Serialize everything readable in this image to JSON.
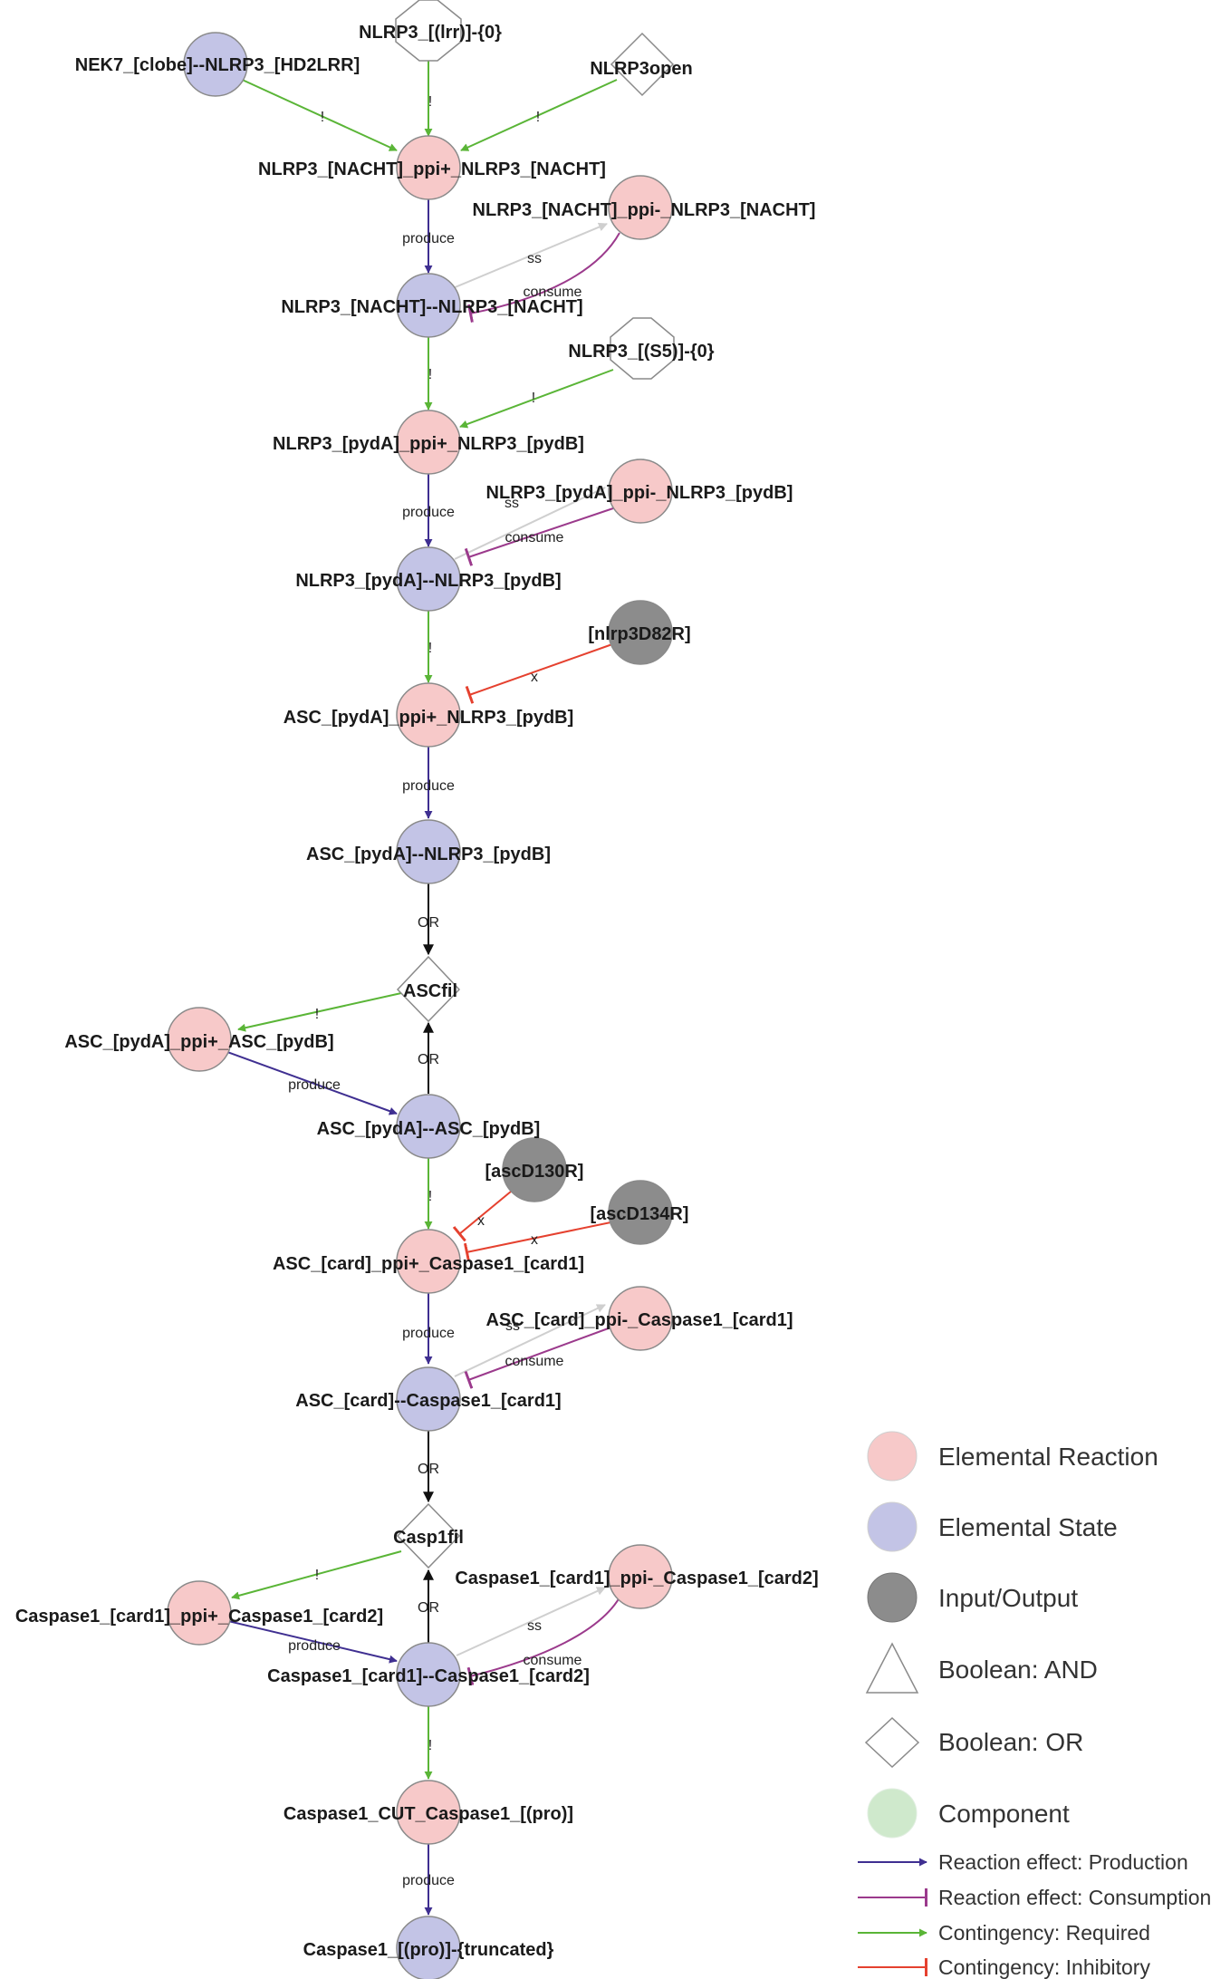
{
  "colors": {
    "reaction_fill": "#f7c9c9",
    "state_fill": "#c3c4e6",
    "io_fill": "#8c8c8c",
    "component_fill": "#cfe9cc",
    "produce": "#3f2f91",
    "consume": "#9b3a8c",
    "required": "#5ab537",
    "inhibitory": "#e5412f",
    "ss": "#c8c8c8",
    "or_edge": "#111111",
    "node_stroke": "#8a8a8a"
  },
  "nodes": {
    "n_lrr0": "NLRP3_[(lrr)]-{0}",
    "n_nek7": "NEK7_[clobe]--NLRP3_[HD2LRR]",
    "n_open": "NLRP3open",
    "r_nacht_plus": "NLRP3_[NACHT]_ppi+_NLRP3_[NACHT]",
    "r_nacht_minus": "NLRP3_[NACHT]_ppi-_NLRP3_[NACHT]",
    "s_nacht": "NLRP3_[NACHT]--NLRP3_[NACHT]",
    "n_s50": "NLRP3_[(S5)]-{0}",
    "r_pyd_plus": "NLRP3_[pydA]_ppi+_NLRP3_[pydB]",
    "r_pyd_minus": "NLRP3_[pydA]_ppi-_NLRP3_[pydB]",
    "s_pyd": "NLRP3_[pydA]--NLRP3_[pydB]",
    "io_d82r": "[nlrp3D82R]",
    "r_asc_nlrp3": "ASC_[pydA]_ppi+_NLRP3_[pydB]",
    "s_asc_nlrp3": "ASC_[pydA]--NLRP3_[pydB]",
    "b_ascfil": "ASCfil",
    "r_asc_asc": "ASC_[pydA]_ppi+_ASC_[pydB]",
    "s_asc_asc": "ASC_[pydA]--ASC_[pydB]",
    "io_d130r": "[ascD130R]",
    "io_d134r": "[ascD134R]",
    "r_card_plus": "ASC_[card]_ppi+_Caspase1_[card1]",
    "r_card_minus": "ASC_[card]_ppi-_Caspase1_[card1]",
    "s_card": "ASC_[card]--Caspase1_[card1]",
    "b_casp1fil": "Casp1fil",
    "r_c1c2_minus": "Caspase1_[card1]_ppi-_Caspase1_[card2]",
    "r_c1c2_plus": "Caspase1_[card1]_ppi+_Caspase1_[card2]",
    "s_c1c2": "Caspase1_[card1]--Caspase1_[card2]",
    "r_cut": "Caspase1_CUT_Caspase1_[(pro)]",
    "s_trunc": "Caspase1_[(pro)]-{truncated}"
  },
  "edge_labels": {
    "required": "!",
    "inhibitory": "x",
    "produce": "produce",
    "consume": "consume",
    "ss": "ss",
    "or": "OR"
  },
  "legend": {
    "elemental_reaction": "Elemental Reaction",
    "elemental_state": "Elemental State",
    "input_output": "Input/Output",
    "boolean_and": "Boolean: AND",
    "boolean_or": "Boolean: OR",
    "component": "Component",
    "production": "Reaction effect: Production",
    "consumption": "Reaction effect: Consumption",
    "required": "Contingency: Required",
    "inhibitory": "Contingency: Inhibitory"
  }
}
